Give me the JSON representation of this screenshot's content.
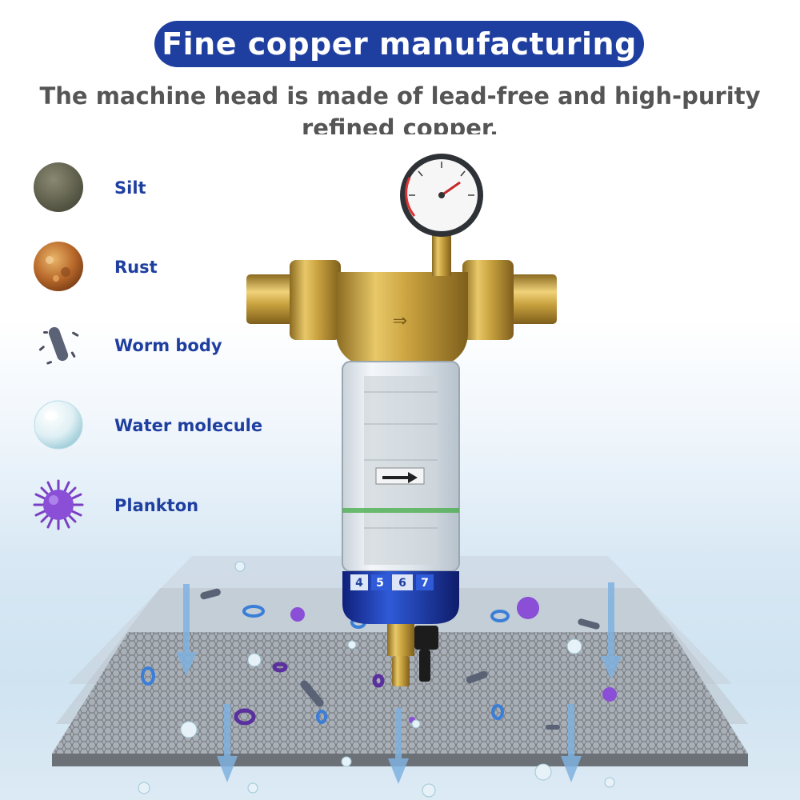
{
  "header": {
    "title": "Fine copper manufacturing",
    "subtitle": "The machine head is made of lead-free and high-purity refined copper."
  },
  "legend": [
    {
      "label": "Silt",
      "icon": "silt-icon",
      "color": "#5f5f4e"
    },
    {
      "label": "Rust",
      "icon": "rust-icon",
      "color": "#b86a2a"
    },
    {
      "label": "Worm body",
      "icon": "worm-body-icon",
      "color": "#4a4f60"
    },
    {
      "label": "Water molecule",
      "icon": "water-molecule-icon",
      "color": "#cfe8f0"
    },
    {
      "label": "Plankton",
      "icon": "plankton-icon",
      "color": "#7a3fc2"
    }
  ],
  "filter": {
    "bowl_scale": [
      "4",
      "5",
      "6",
      "7"
    ]
  },
  "colors": {
    "brand_blue": "#1f3fa0",
    "brass": "#c9a23f",
    "arrow_blue": "#7fb2e0"
  }
}
